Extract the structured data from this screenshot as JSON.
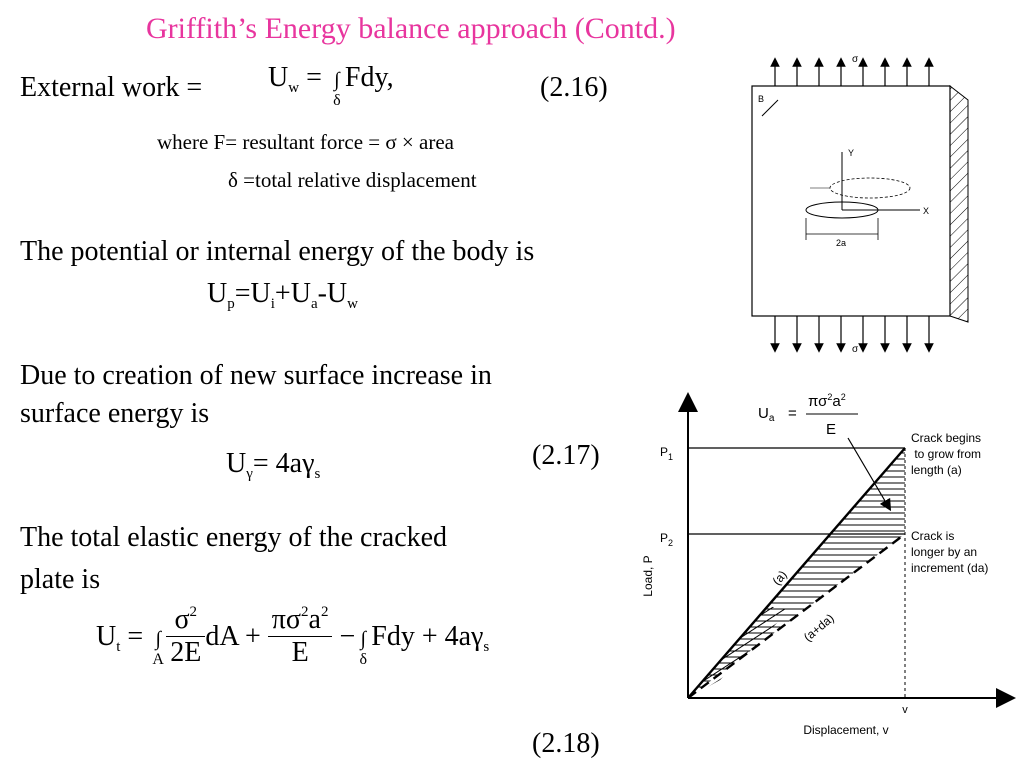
{
  "slide": {
    "title": "Griffith’s Energy balance approach (Contd.)",
    "external_work_label": "External  work =",
    "eq_216": {
      "lhs_base": "U",
      "lhs_sub": "w",
      "eq": "=",
      "integral": "∫",
      "int_lower": "δ",
      "rhs": "Fdy,",
      "number": "(2.16)"
    },
    "where_line": "where F= resultant force = σ × area",
    "delta_line": "δ =total relative displacement",
    "potential_text": "The potential or internal energy of the body is",
    "potential_eq": {
      "a": "U",
      "a_sub": "p",
      "eq": "=U",
      "b_sub": "i",
      "plus": "+U",
      "c_sub": "a",
      "minus": "-U",
      "d_sub": "w"
    },
    "surface_text_1": "Due to creation of new surface increase in",
    "surface_text_2": "surface energy is",
    "eq_217": {
      "base": "U",
      "sub": "γ",
      "rhs": "= 4aγ",
      "rhs_sub": "s",
      "number": "(2.17)"
    },
    "total_text_1": "The total elastic energy of the cracked",
    "total_text_2": "plate is",
    "eq_218": {
      "lhs": "U",
      "lhs_sub": "t",
      "eq": "=",
      "int1": "∫",
      "int1_lower": "A",
      "f1_num": "σ",
      "f1_num_sup": "2",
      "f1_den": "2E",
      "dA": "dA +",
      "f2_num": "πσ",
      "f2_num_sup1": "2",
      "f2_num_a": "a",
      "f2_num_sup2": "2",
      "f2_den": "E",
      "minus": "−",
      "int2": "∫",
      "int2_lower": "δ",
      "fdy": "Fdy + 4aγ",
      "fdy_sub": "s",
      "number": "(2.18)"
    }
  },
  "plate_figure": {
    "sigma_top": "σ",
    "sigma_bottom": "σ",
    "b_label": "B",
    "y_label": "Y",
    "x_label": "X",
    "width_label": "2a"
  },
  "graph": {
    "y_axis_label": "Load, P",
    "x_axis_label": "Displacement, v",
    "p1": "P",
    "p1_sub": "1",
    "p2": "P",
    "p2_sub": "2",
    "v_label": "v",
    "line_a_label": "(a)",
    "line_ada_label": "(a+da)",
    "ua_base": "U",
    "ua_sub": "a",
    "ua_eq": "=",
    "ua_num": "πσ",
    "ua_num_sup1": "2",
    "ua_num_a": "a",
    "ua_num_sup2": "2",
    "ua_den": "E",
    "crack_begins": [
      "Crack begins",
      " to grow from",
      "length (a)"
    ],
    "crack_longer": [
      "Crack is",
      "longer by an",
      "increment (da)"
    ]
  }
}
